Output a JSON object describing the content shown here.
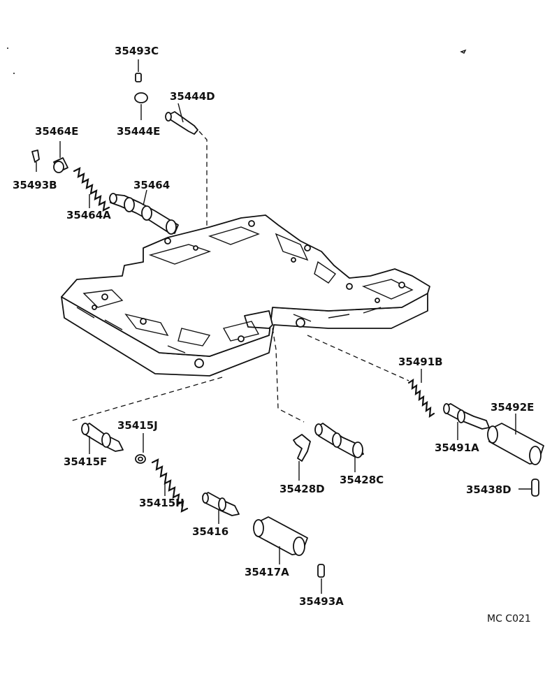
{
  "diagram_code": "MC C021",
  "labels": {
    "p35493C": "35493C",
    "p35444D": "35444D",
    "p35444E": "35444E",
    "p35464E": "35464E",
    "p35493B": "35493B",
    "p35464": "35464",
    "p35464A": "35464A",
    "p35491B": "35491B",
    "p35492E": "35492E",
    "p35491A": "35491A",
    "p35438D": "35438D",
    "p35415J": "35415J",
    "p35415F": "35415F",
    "p35415H": "35415H",
    "p35416": "35416",
    "p35428D": "35428D",
    "p35428C": "35428C",
    "p35417A": "35417A",
    "p35493A": "35493A"
  }
}
